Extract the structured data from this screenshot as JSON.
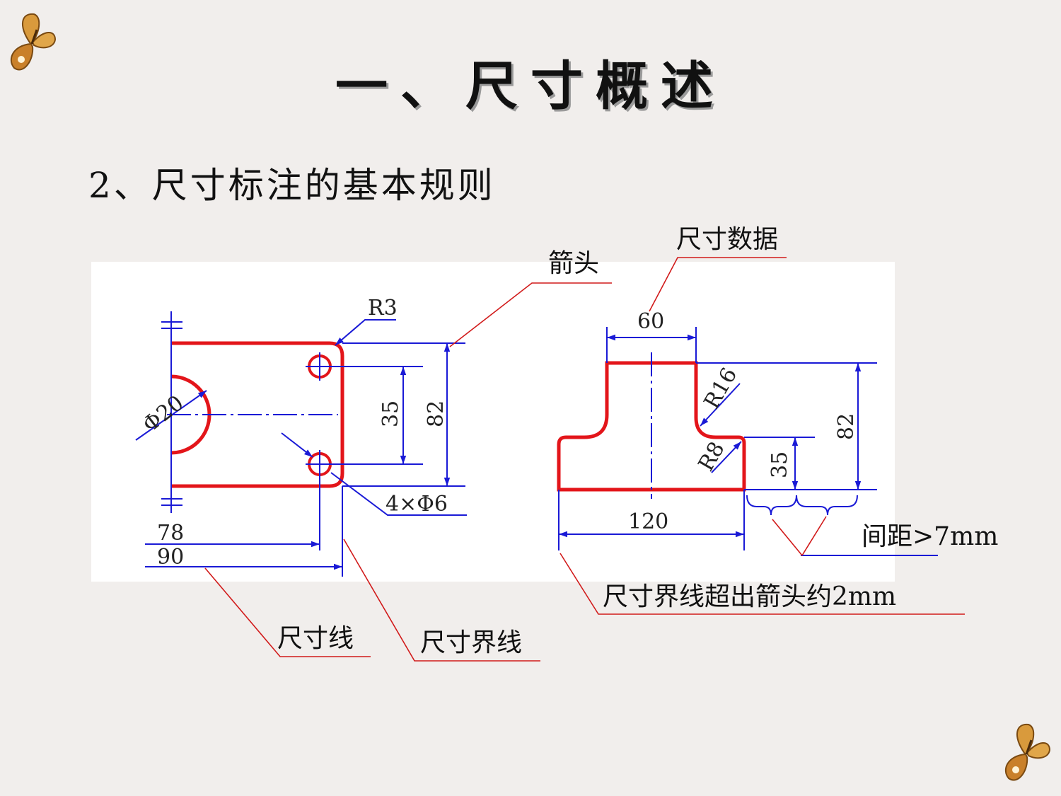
{
  "title": "一、尺寸概述",
  "subtitle": "2、尺寸标注的基本规则",
  "callouts": {
    "arrow": "箭头",
    "dimension_data": "尺寸数据",
    "dimension_line": "尺寸线",
    "extension_line": "尺寸界线",
    "spacing": "间距>7mm",
    "extension_overshoot": "尺寸界线超出箭头约2mm"
  },
  "part1": {
    "r3": "R3",
    "phi20": "Φ20",
    "d35": "35",
    "d82": "82",
    "holes": "4×Φ6",
    "d78": "78",
    "d90": "90"
  },
  "part2": {
    "d60": "60",
    "r16": "R16",
    "r8": "R8",
    "d82": "82",
    "d35": "35",
    "d120": "120"
  },
  "colors": {
    "outline": "#e3151a",
    "dimension": "#1a1ad6",
    "leader": "#d11a1a",
    "background": "#f1eeec"
  }
}
